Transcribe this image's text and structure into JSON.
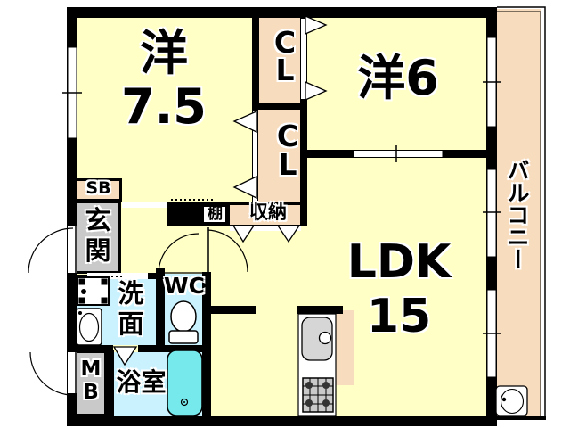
{
  "plan_title": "apartment-floor-plan",
  "rooms": {
    "western75": {
      "label": "洋\n7.5",
      "type": "western-style room",
      "size_tatami": 7.5
    },
    "western6": {
      "label": "洋6",
      "type": "western-style room",
      "size_tatami": 6
    },
    "ldk": {
      "label": "LDK\n15",
      "type": "living-dining-kitchen",
      "size_tatami": 15
    },
    "closet_top": {
      "label": "C\nL",
      "type": "closet"
    },
    "closet_bottom": {
      "label": "C\nL",
      "type": "closet"
    },
    "storage": {
      "label": "収納",
      "type": "storage"
    },
    "shelf": {
      "label": "棚",
      "type": "shelf"
    },
    "shoebox": {
      "label": "SB",
      "type": "shoe box"
    },
    "entrance": {
      "label": "玄\n関",
      "type": "entrance"
    },
    "washroom": {
      "label": "洗\n面",
      "type": "washroom"
    },
    "wc": {
      "label": "WC",
      "type": "toilet"
    },
    "meter_box": {
      "label": "M\nB",
      "type": "meter box"
    },
    "bathroom": {
      "label": "浴室",
      "type": "bathroom"
    },
    "balcony": {
      "label": "バルコニー",
      "type": "balcony"
    }
  },
  "colors": {
    "room_yellow": "#FFFFC6",
    "closet_peach": "#F8DCBE",
    "water_blue": "#C9F2FE",
    "bathtub_cyan": "#76E9EC",
    "entrance_gray": "#C9C9C9",
    "wall_black": "#000000"
  }
}
